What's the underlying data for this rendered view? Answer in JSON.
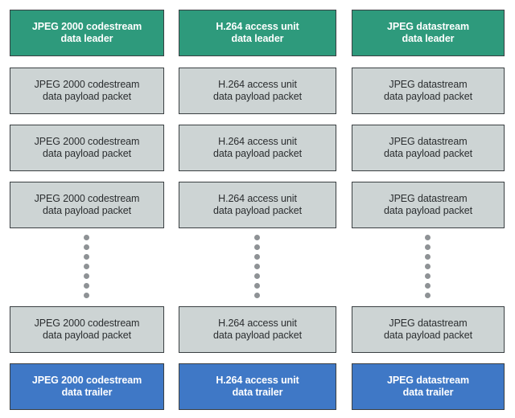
{
  "colors": {
    "leader_bg": "#2e9a7c",
    "packet_bg": "#cdd4d4",
    "trailer_bg": "#3f78c6",
    "border": "#3a3f42",
    "dots": "#8e9295"
  },
  "columns": [
    {
      "leader": [
        "JPEG 2000 codestream",
        "data leader"
      ],
      "packets": [
        [
          "JPEG 2000 codestream",
          "data payload packet"
        ],
        [
          "JPEG 2000 codestream",
          "data payload packet"
        ],
        [
          "JPEG 2000 codestream",
          "data payload packet"
        ],
        [
          "JPEG 2000 codestream",
          "data payload packet"
        ]
      ],
      "trailer": [
        "JPEG 2000 codestream",
        "data trailer"
      ]
    },
    {
      "leader": [
        "H.264 access unit",
        "data leader"
      ],
      "packets": [
        [
          "H.264 access unit",
          "data payload packet"
        ],
        [
          "H.264 access unit",
          "data payload packet"
        ],
        [
          "H.264 access unit",
          "data payload packet"
        ],
        [
          "H.264 access unit",
          "data payload packet"
        ]
      ],
      "trailer": [
        "H.264 access unit",
        "data trailer"
      ]
    },
    {
      "leader": [
        "JPEG datastream",
        "data leader"
      ],
      "packets": [
        [
          "JPEG datastream",
          "data payload packet"
        ],
        [
          "JPEG datastream",
          "data payload packet"
        ],
        [
          "JPEG datastream",
          "data payload packet"
        ],
        [
          "JPEG datastream",
          "data payload packet"
        ]
      ],
      "trailer": [
        "JPEG datastream",
        "data trailer"
      ]
    }
  ]
}
